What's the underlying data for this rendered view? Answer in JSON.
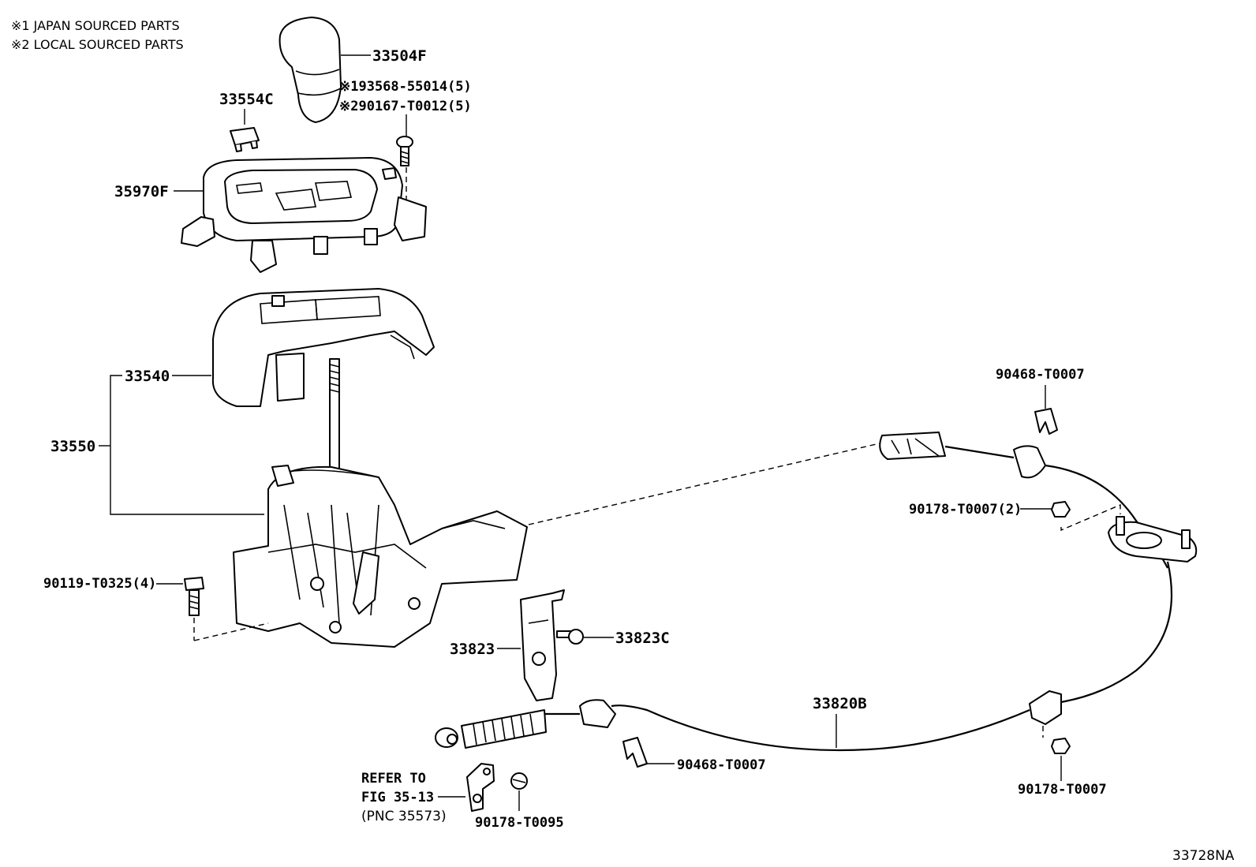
{
  "notes": {
    "note1": "※1 JAPAN SOURCED PARTS",
    "note2": "※2 LOCAL SOURCED PARTS"
  },
  "labels": {
    "knob": "33504F",
    "screw_jp": "※193568-55014(5)",
    "screw_local": "※290167-T0012(5)",
    "clip_c": "33554C",
    "housing_plate": "35970F",
    "cover": "33540",
    "shift_assy": "33550",
    "bolt": "90119-T0325(4)",
    "bracket": "33823",
    "bracket_bolt": "33823C",
    "cable": "33820B",
    "clip_upper": "90468-T0007",
    "nut_upper": "90178-T0007(2)",
    "clip_lower": "90468-T0007",
    "nut_lower": "90178-T0007",
    "nut_small": "90178-T0095",
    "refer_line1": "REFER TO",
    "refer_line2": "FIG 35-13",
    "refer_line3": "(PNC 35573)",
    "figure_code": "33728NA"
  }
}
